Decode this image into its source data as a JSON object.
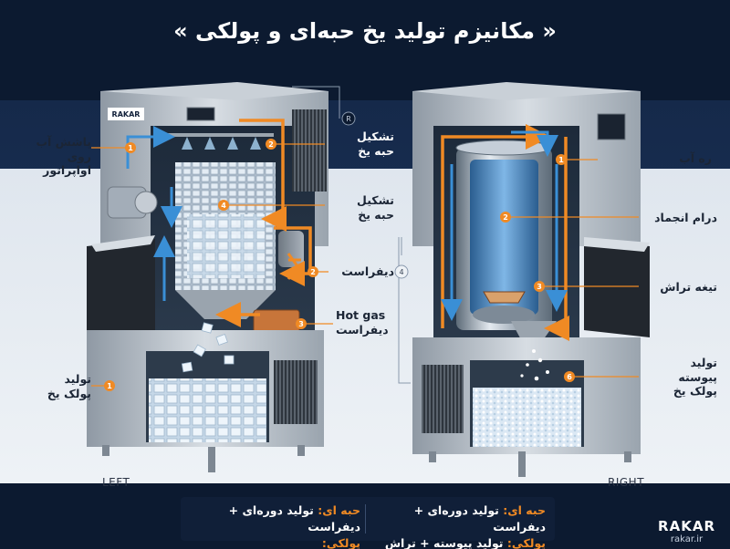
{
  "title": "« مکانیزم تولید یخ حبه‌ای و پولکی »",
  "left_machine": {
    "brand": "RAKAR",
    "side_label": "LEFT",
    "labels": {
      "spray": "پاشش آب روی\nاواپراتور",
      "cube_form_top": "تشکیل\nحبه یخ",
      "cube_form_mid": "تشکیل\nحبه یخ",
      "defrost": "دیفراست",
      "hot_gas": "Hot gas\nدیفراست",
      "flake_out": "تولید\nپولک یخ"
    },
    "markers": [
      "1",
      "2",
      "4",
      "2",
      "3",
      "1"
    ]
  },
  "right_machine": {
    "side_label": "RIGHT",
    "labels": {
      "water": "ﺭﻩ آب",
      "drum": "درام انجماد",
      "blade": "تیغه تراش",
      "continuous": "تولید\nپیوسته\nپولک یخ"
    },
    "markers": [
      "1",
      "2",
      "3",
      "6"
    ],
    "center_marker": "4",
    "top_marker": "R"
  },
  "legend": {
    "right_line1_key": "حبه ای:",
    "right_line1_text": " تولید دوره‌ای + دیفراست",
    "right_line2_key": "پولکی:",
    "right_line2_text": " تولید پیوسته + تراش مکانیکی",
    "left_line1_key": "حبه ای:",
    "left_line1_text": " تولید دوره‌ای + دیفراست",
    "left_line2_key": "پولکی:",
    "left_line2_text": ""
  },
  "brand": {
    "name": "RAKAR",
    "url": "rakar.ir"
  },
  "colors": {
    "orange": "#f08a24",
    "blue": "#3a8fd6",
    "steel": "#b9c2cc",
    "navy": "#0c1a30"
  }
}
